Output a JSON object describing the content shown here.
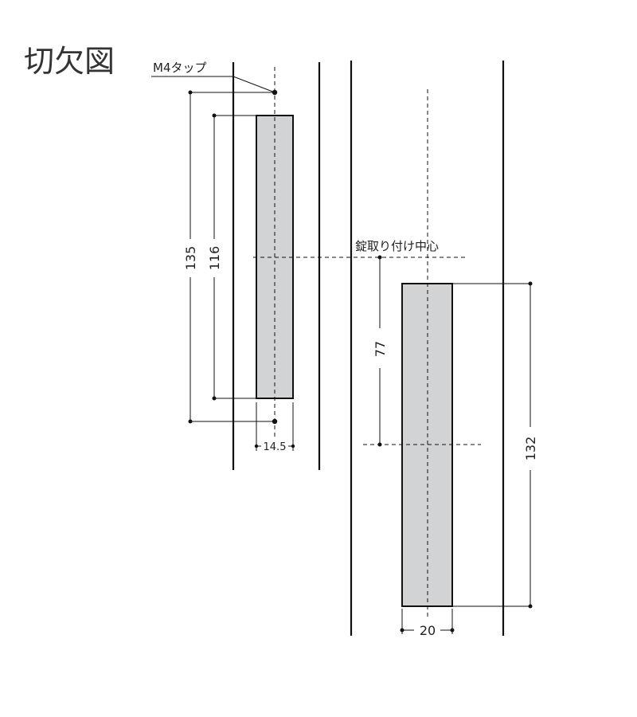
{
  "title": "切欠図",
  "labels": {
    "tap": "M4タップ",
    "lock_center": "錠取り付け中心"
  },
  "dimensions": {
    "left_overall": "135",
    "left_slot_height": "116",
    "left_slot_width": "14.5",
    "lock_offset": "77",
    "right_slot_height": "132",
    "right_slot_width": "20"
  },
  "colors": {
    "slot_fill": "#d2d3d5",
    "line": "#111111"
  }
}
